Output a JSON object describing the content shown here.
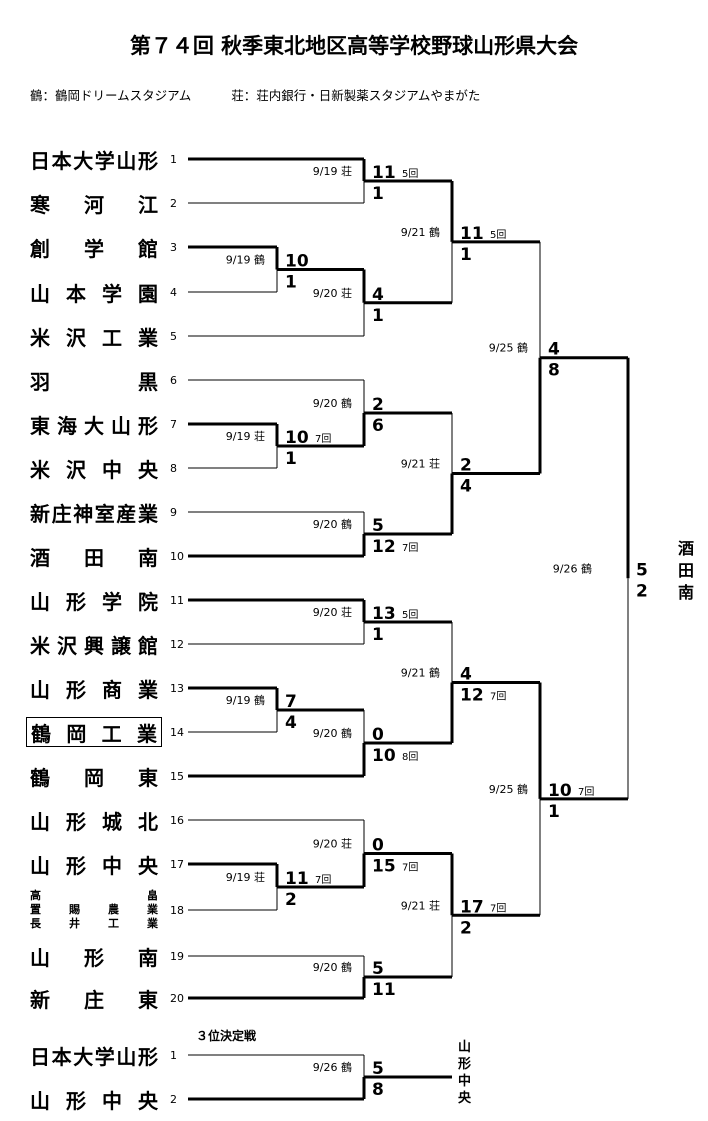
{
  "title": "第７４回 秋季東北地区高等学校野球山形県大会",
  "legend": [
    "鶴：鶴岡ドリームスタジアム",
    "荘：荘内銀行・日新製薬スタジアムやまがた"
  ],
  "teams": [
    {
      "name": "日本大学山形",
      "seed": "1"
    },
    {
      "name": "寒河江",
      "seed": "2"
    },
    {
      "name": "創学館",
      "seed": "3"
    },
    {
      "name": "山本学園",
      "seed": "4"
    },
    {
      "name": "米沢工業",
      "seed": "5"
    },
    {
      "name": "羽黒",
      "seed": "6"
    },
    {
      "name": "東海大山形",
      "seed": "7"
    },
    {
      "name": "米沢中央",
      "seed": "8"
    },
    {
      "name": "新庄神室産業",
      "seed": "9"
    },
    {
      "name": "酒田南",
      "seed": "10"
    },
    {
      "name": "山形学院",
      "seed": "11"
    },
    {
      "name": "米沢興譲館",
      "seed": "12"
    },
    {
      "name": "山形商業",
      "seed": "13"
    },
    {
      "name": "鶴岡工業",
      "seed": "14"
    },
    {
      "name": "鶴岡東",
      "seed": "15"
    },
    {
      "name": "山形城北",
      "seed": "16"
    },
    {
      "name": "山形中央",
      "seed": "17"
    },
    {
      "name": "高畠",
      "line2": "置賜農業",
      "line3": "長井工業",
      "seed": "18"
    },
    {
      "name": "山形南",
      "seed": "19"
    },
    {
      "name": "新庄東",
      "seed": "20"
    }
  ],
  "third_place": {
    "heading": "３位決定戦",
    "teams": [
      {
        "name": "日本大学山形",
        "seed": "1"
      },
      {
        "name": "山形中央",
        "seed": "2"
      }
    ],
    "date": "9/26 鶴",
    "scores": [
      "5",
      "8"
    ],
    "winner": "山形中央"
  },
  "games": [
    {
      "date": "9/19 荘",
      "top": "11",
      "top_inn": "5回",
      "bottom": "1"
    },
    {
      "date": "9/19 鶴",
      "top": "10",
      "bottom": "1"
    },
    {
      "date": "9/20 荘",
      "top": "4",
      "bottom": "1"
    },
    {
      "date": "9/19 荘",
      "top": "10",
      "top_inn": "7回",
      "bottom": "1"
    },
    {
      "date": "9/20 鶴",
      "top": "2",
      "bottom": "6"
    },
    {
      "date": "9/20 鶴",
      "top": "5",
      "bottom": "12",
      "bottom_inn": "7回"
    },
    {
      "date": "9/20 荘",
      "top": "13",
      "top_inn": "5回",
      "bottom": "1"
    },
    {
      "date": "9/19 鶴",
      "top": "7",
      "bottom": "4"
    },
    {
      "date": "9/20 鶴",
      "top": "0",
      "bottom": "10",
      "bottom_inn": "8回"
    },
    {
      "date": "9/19 荘",
      "top": "11",
      "top_inn": "7回",
      "bottom": "2"
    },
    {
      "date": "9/20 荘",
      "top": "0",
      "bottom": "15",
      "bottom_inn": "7回"
    },
    {
      "date": "9/20 鶴",
      "top": "5",
      "bottom": "11"
    },
    {
      "date": "9/21 鶴",
      "top": "11",
      "top_inn": "5回",
      "bottom": "1"
    },
    {
      "date": "9/21 荘",
      "top": "2",
      "bottom": "4"
    },
    {
      "date": "9/21 鶴",
      "top": "4",
      "bottom": "12",
      "bottom_inn": "7回"
    },
    {
      "date": "9/21 荘",
      "top": "17",
      "top_inn": "7回",
      "bottom": "2"
    },
    {
      "date": "9/25 鶴",
      "top": "4",
      "bottom": "8"
    },
    {
      "date": "9/25 鶴",
      "top": "10",
      "top_inn": "7回",
      "bottom": "1"
    },
    {
      "date": "9/26 鶴",
      "top": "5",
      "bottom": "2"
    }
  ],
  "champion": "酒田南"
}
